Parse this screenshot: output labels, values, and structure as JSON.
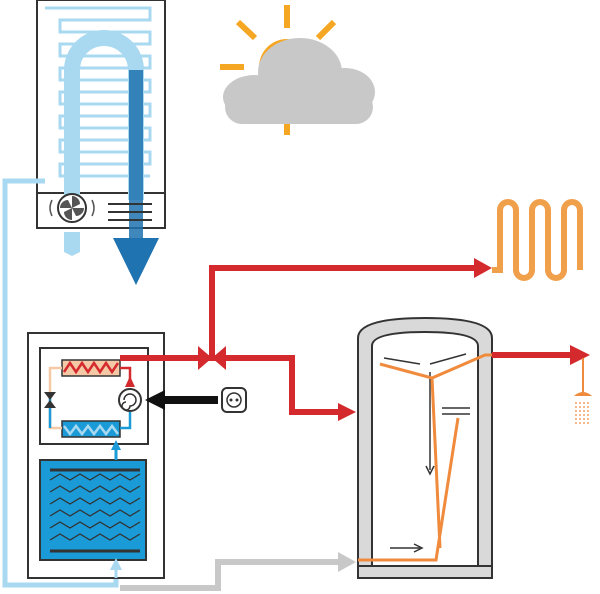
{
  "diagram": {
    "labels": [],
    "colors": {
      "hot": "#d42a2e",
      "cold": "#1a9ad6",
      "air_light": "#a9d9f0",
      "air_dark": "#1e73b0",
      "return_grey": "#c8c8c8",
      "tank_shell": "#d9d9d9",
      "coil_orange": "#f08a3c",
      "sun": "#f5a623",
      "cloud": "#c8c8c8",
      "outline": "#333333"
    },
    "components": [
      "air-unit",
      "sun-cloud",
      "heat-pump-unit",
      "compressor",
      "power-socket",
      "floor-heating-coil",
      "hot-water-tank",
      "shower-head"
    ]
  }
}
